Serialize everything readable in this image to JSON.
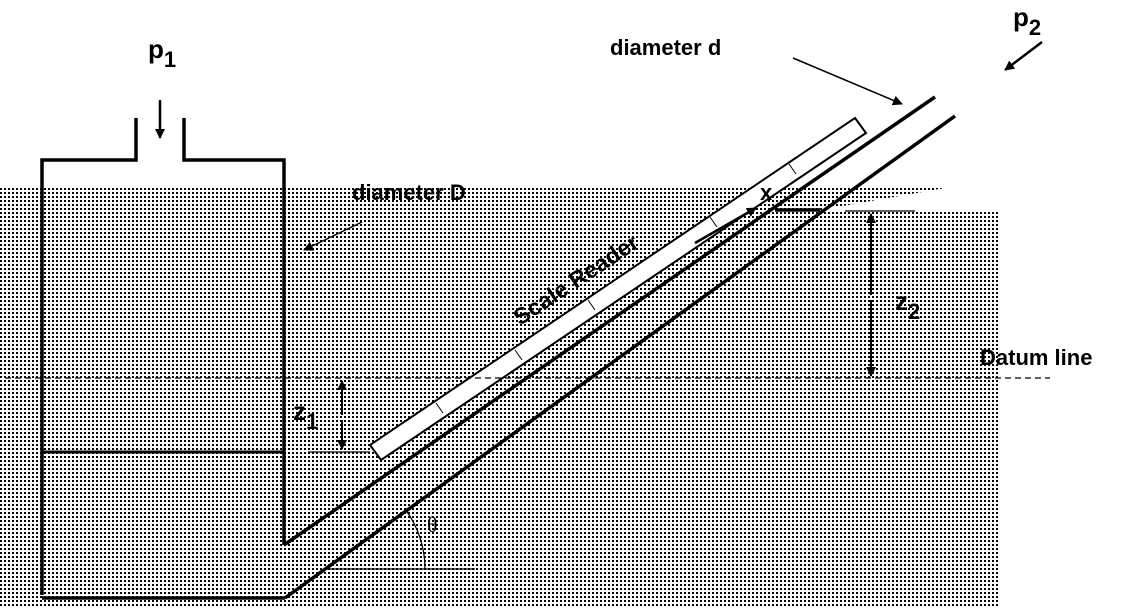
{
  "labels": {
    "p1": "p",
    "p1_sub": "1",
    "p2": "p",
    "p2_sub": "2",
    "diameter_d": "diameter d",
    "diameter_D": "diameter D",
    "scale_reader": "Scale Reader",
    "x": "x",
    "z1": "z",
    "z1_sub": "1",
    "z2": "z",
    "z2_sub": "2",
    "datum_line": "Datum line",
    "theta": "θ"
  },
  "colors": {
    "line": "#000000",
    "fluid_dot": "#000000",
    "background": "#ffffff"
  }
}
